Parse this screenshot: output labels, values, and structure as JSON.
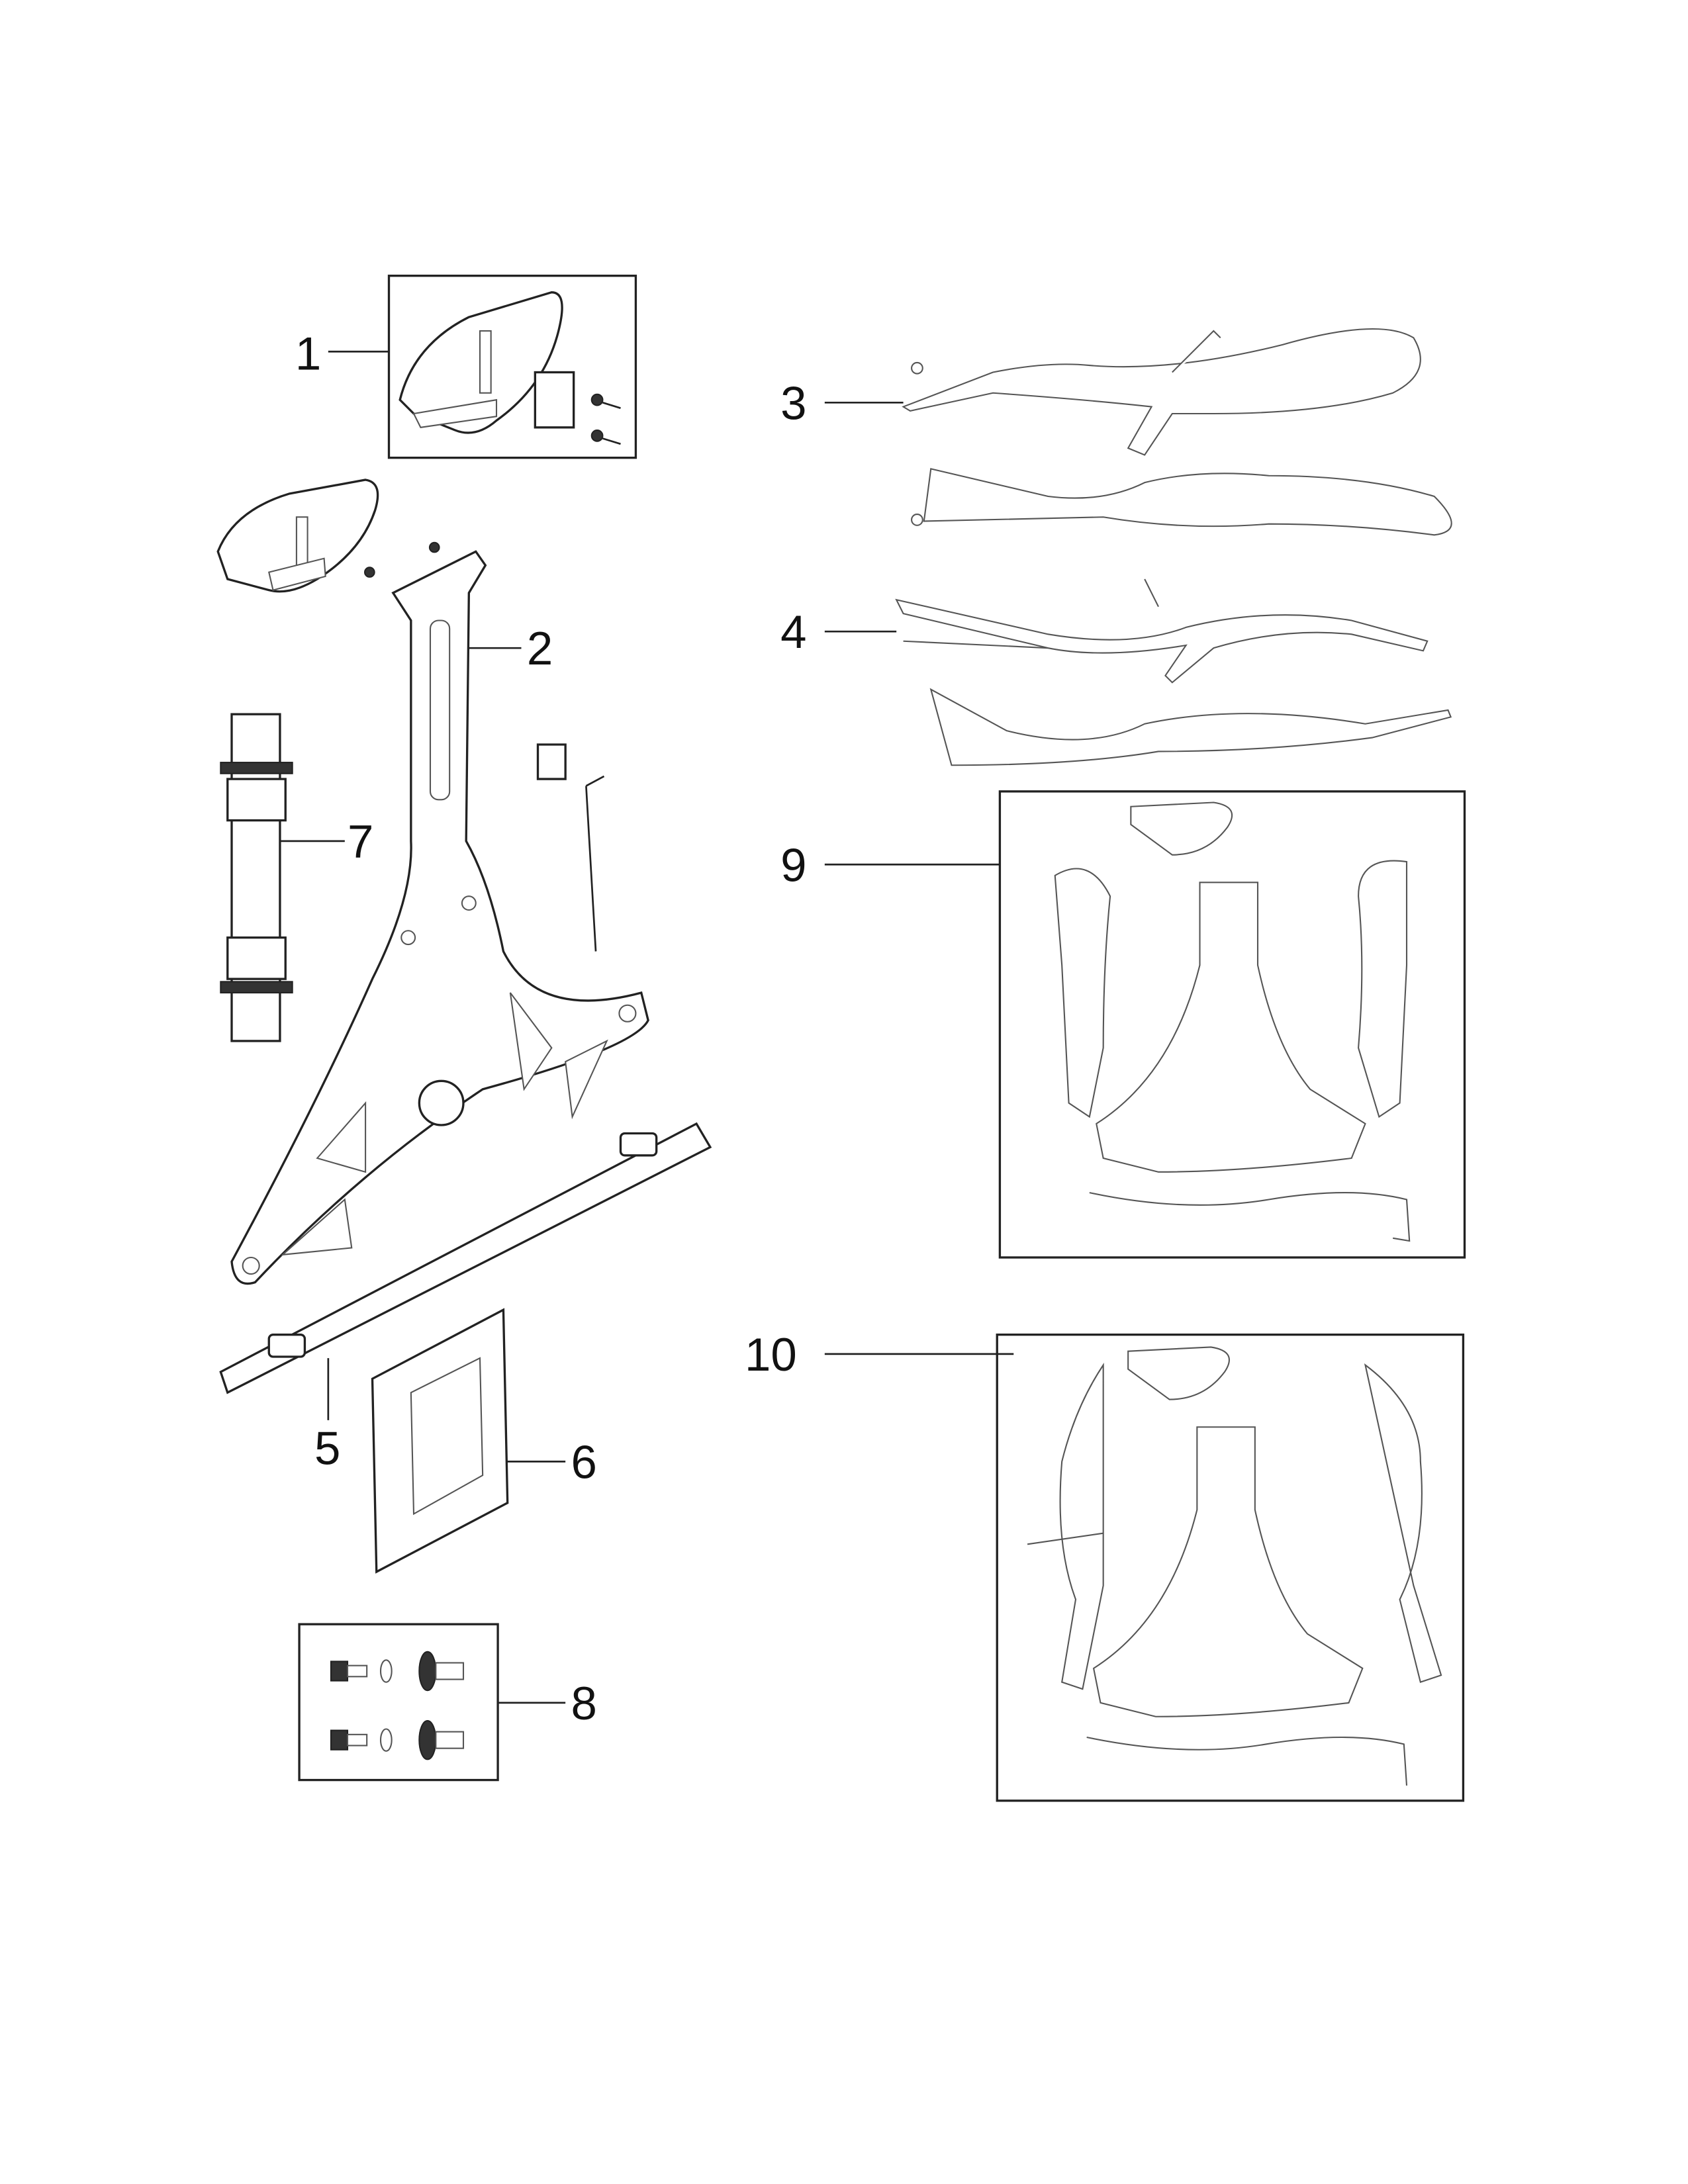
{
  "diagram": {
    "type": "exploded-parts-diagram",
    "callouts": [
      {
        "id": "1",
        "label": "1"
      },
      {
        "id": "2",
        "label": "2"
      },
      {
        "id": "3",
        "label": "3"
      },
      {
        "id": "4",
        "label": "4"
      },
      {
        "id": "5",
        "label": "5"
      },
      {
        "id": "6",
        "label": "6"
      },
      {
        "id": "7",
        "label": "7"
      },
      {
        "id": "8",
        "label": "8"
      },
      {
        "id": "9",
        "label": "9"
      },
      {
        "id": "10",
        "label": "10"
      }
    ]
  }
}
